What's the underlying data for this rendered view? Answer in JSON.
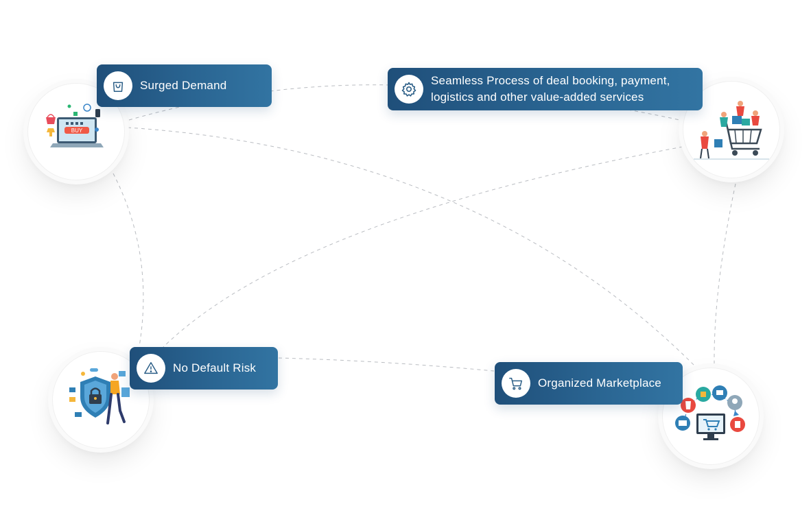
{
  "nodes": [
    {
      "id": "surged-demand",
      "label": "Surged Demand",
      "icon": "shopping-bag-icon",
      "illustration": "laptop-ecommerce-buy-illustration"
    },
    {
      "id": "seamless-process",
      "label": "Seamless Process of deal booking, payment, logistics and other value-added services",
      "icon": "gear-icon",
      "illustration": "shopping-cart-team-illustration"
    },
    {
      "id": "no-default-risk",
      "label": "No Default Risk",
      "icon": "warning-triangle-icon",
      "illustration": "security-shield-lock-illustration"
    },
    {
      "id": "organized-marketplace",
      "label": "Organized Marketplace",
      "icon": "cart-icon",
      "illustration": "online-marketplace-monitor-illustration"
    }
  ],
  "colors": {
    "tag_gradient_start": "#1f4f7a",
    "tag_gradient_end": "#3274a2",
    "link_dash": "#b9bcc1",
    "icon_stroke": "#2a5d86"
  }
}
